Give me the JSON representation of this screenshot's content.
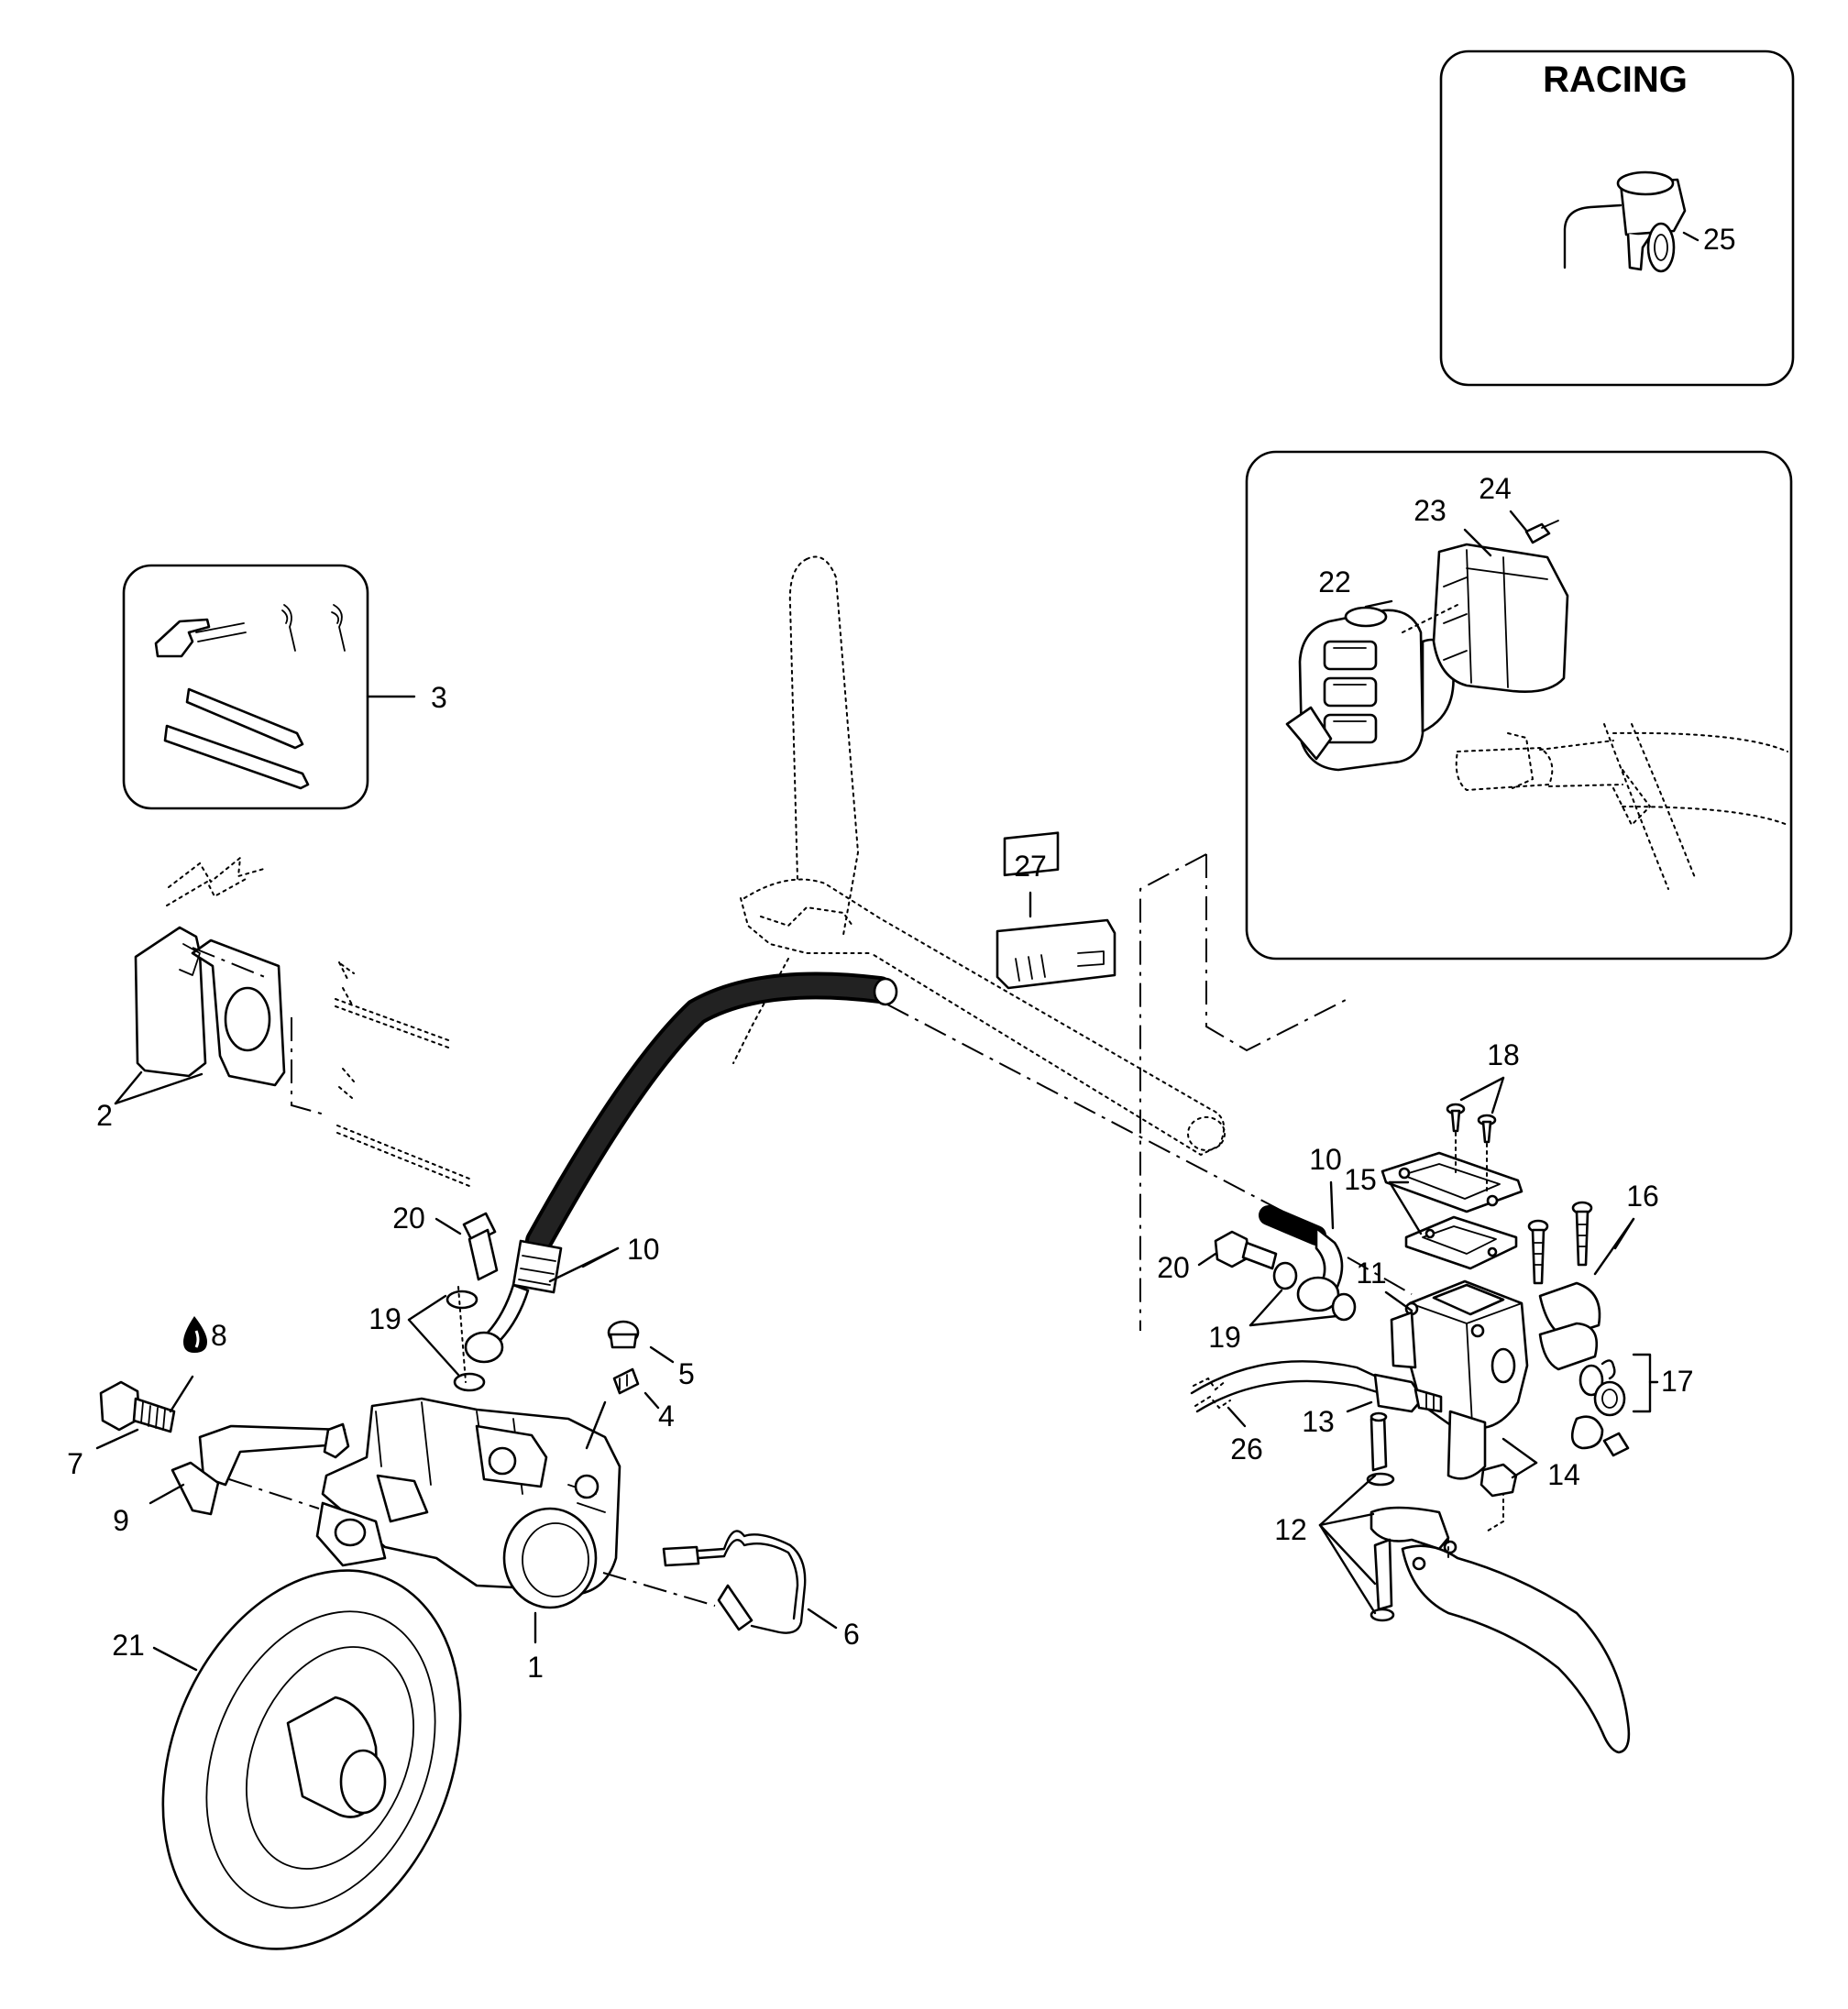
{
  "racing_inset": {
    "title": "RACING",
    "callout": "25"
  },
  "callouts": {
    "c1": "1",
    "c2": "2",
    "c3": "3",
    "c4": "4",
    "c5": "5",
    "c6": "6",
    "c7": "7",
    "c8": "8",
    "c9": "9",
    "c10a": "10",
    "c10b": "10",
    "c11": "11",
    "c12": "12",
    "c13": "13",
    "c14": "14",
    "c15": "15",
    "c16": "16",
    "c17": "17",
    "c18": "18",
    "c19a": "19",
    "c19b": "19",
    "c20a": "20",
    "c20b": "20",
    "c21": "21",
    "c22": "22",
    "c23": "23",
    "c24": "24",
    "c26": "26",
    "c27": "27"
  },
  "icons": {
    "fluid": "oil-drop-icon"
  }
}
